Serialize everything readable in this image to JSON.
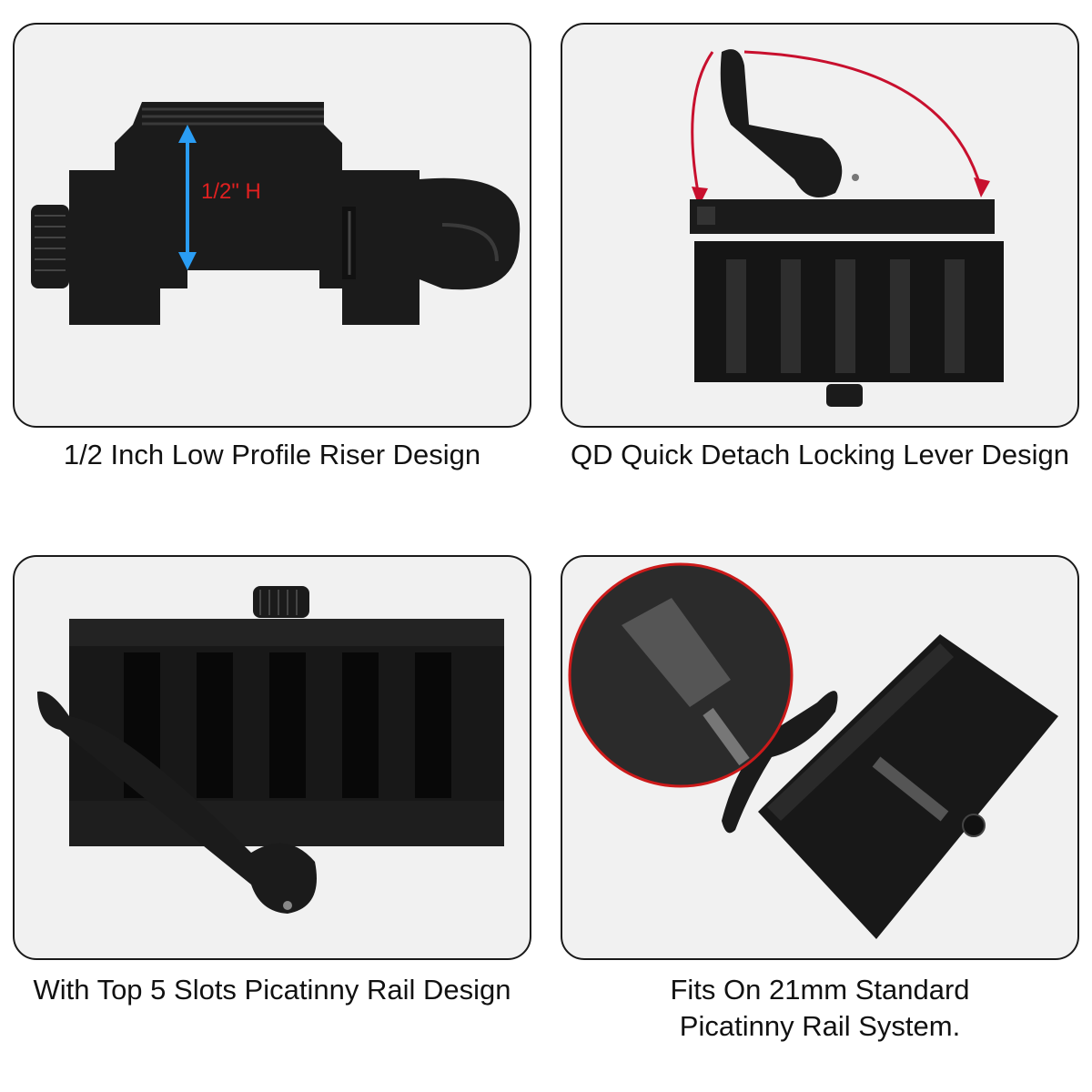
{
  "panels": [
    {
      "caption": "1/2 Inch Low Profile Riser Design",
      "annotation": "1/2\" H",
      "icon": "low-profile-riser-side-view"
    },
    {
      "caption": "QD Quick Detach Locking Lever Design",
      "icon": "qd-lever-mount-rotation"
    },
    {
      "caption": "With Top 5 Slots Picatinny Rail Design",
      "icon": "five-slot-rail-top-view"
    },
    {
      "caption_line1": "Fits On 21mm Standard",
      "caption_line2": "Picatinny Rail System.",
      "icon": "mount-closeup-inset"
    }
  ],
  "colors": {
    "panel_bg": "#f1f1f1",
    "metal": "#1b1b1b",
    "highlight": "#3a3a3a",
    "arrow_blue": "#2a9df4",
    "arrow_red": "#c8102e",
    "annotation_red": "#e02020"
  }
}
